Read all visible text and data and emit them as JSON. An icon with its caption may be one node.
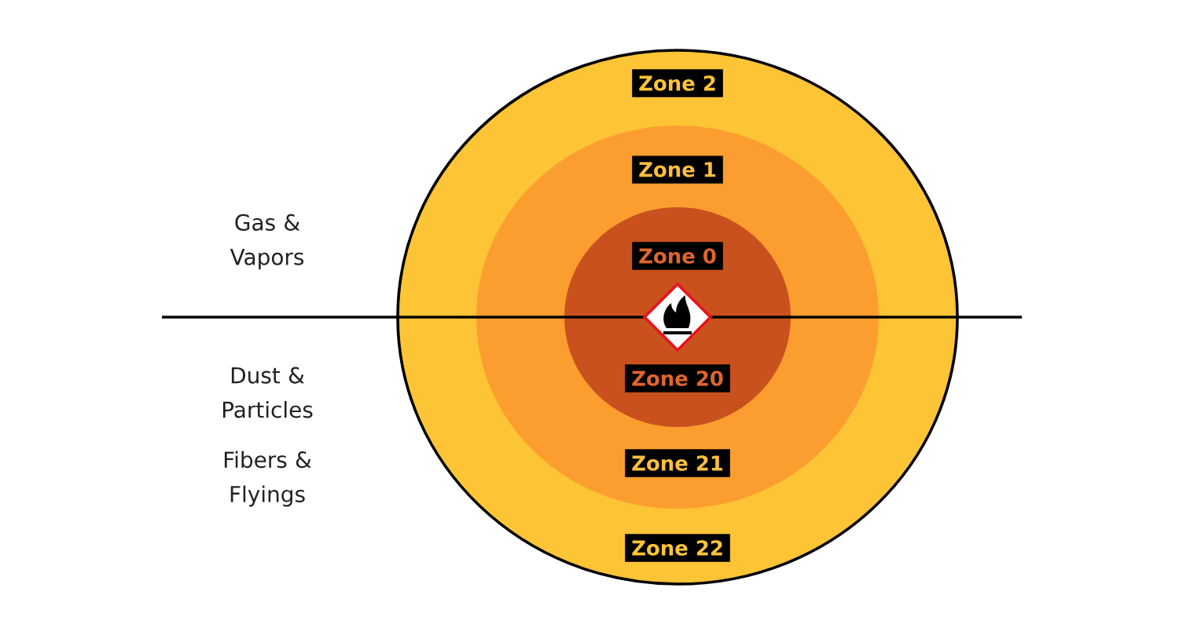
{
  "diagram": {
    "nodes": [
      {
        "text": [
          "Zone 2",
          "Zone 22"
        ]
      },
      {
        "text": [
          "Zone 1",
          "Zone 21"
        ],
        "in": 0
      },
      {
        "text": [
          "Zone 0",
          "Zone 20"
        ],
        "in": 1
      }
    ],
    "labels": [
      "Gas & Vapors",
      "Dust & Particles",
      "Fibers & Flyings"
    ]
  }
}
